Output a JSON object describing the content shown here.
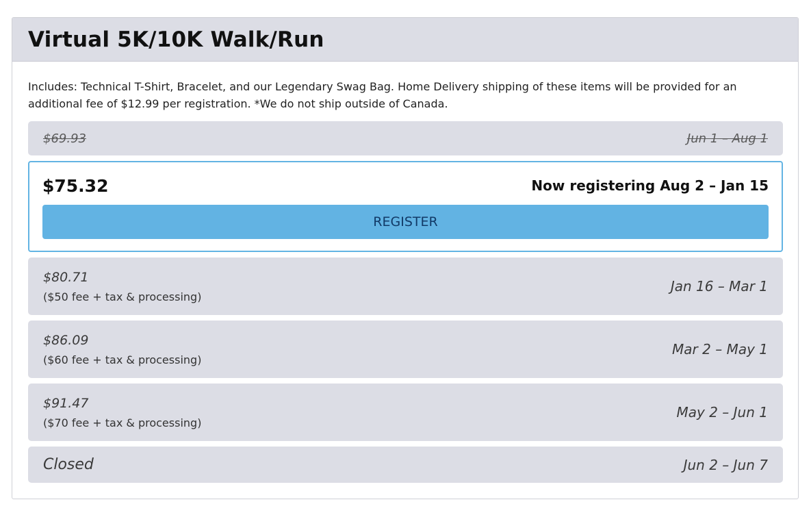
{
  "event": {
    "title": "Virtual 5K/10K Walk/Run",
    "description": "Includes: Technical T-Shirt, Bracelet, and our Legendary Swag Bag. Home Delivery shipping of these items will be provided for an additional fee of $12.99 per registration. *We do not ship outside of Canada."
  },
  "tiers": {
    "past": {
      "price": "$69.93",
      "dates": "Jun 1 – Aug 1"
    },
    "active": {
      "price": "$75.32",
      "dates": "Now registering Aug 2 – Jan 15",
      "button_label": "REGISTER"
    },
    "future": [
      {
        "price": "$80.71",
        "note": "($50 fee + tax & processing)",
        "dates": "Jan 16 – Mar 1"
      },
      {
        "price": "$86.09",
        "note": "($60 fee + tax & processing)",
        "dates": "Mar 2 – May 1"
      },
      {
        "price": "$91.47",
        "note": "($70 fee + tax & processing)",
        "dates": "May 2 – Jun 1"
      }
    ],
    "closed": {
      "label": "Closed",
      "dates": "Jun 2 – Jun 7"
    }
  },
  "colors": {
    "header_bg": "#dcdde5",
    "tier_bg": "#dcdde5",
    "active_border": "#63b4e3",
    "button_bg": "#62b3e3",
    "button_text": "#123a67"
  }
}
